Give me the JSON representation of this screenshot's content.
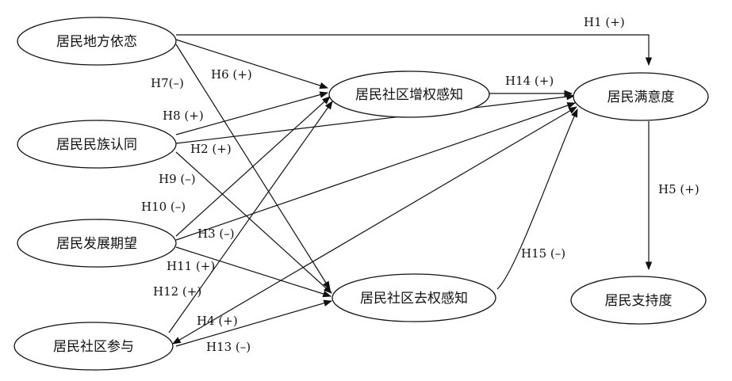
{
  "nodes": {
    "place_attachment": "居民地方依恋",
    "ethnic_identity": "居民民族认同",
    "development_expectation": "居民发展期望",
    "community_participation": "居民社区参与",
    "empowerment": "居民社区增权感知",
    "disempowerment": "居民社区去权感知",
    "satisfaction": "居民满意度",
    "support": "居民支持度"
  },
  "hypotheses": {
    "h1": "H1 (+)",
    "h2": "H2 (+)",
    "h3": "H3 (–)",
    "h4": "H4 (+)",
    "h5": "H5 (+)",
    "h6": "H6 (+)",
    "h7": "H7(–)",
    "h8": "H8 (+)",
    "h9": "H9 (–)",
    "h10": "H10 (–)",
    "h11": "H11 (+)",
    "h12": "H12 (+)",
    "h13": "H13 (–)",
    "h14": "H14 (+)",
    "h15": "H15 (–)"
  }
}
